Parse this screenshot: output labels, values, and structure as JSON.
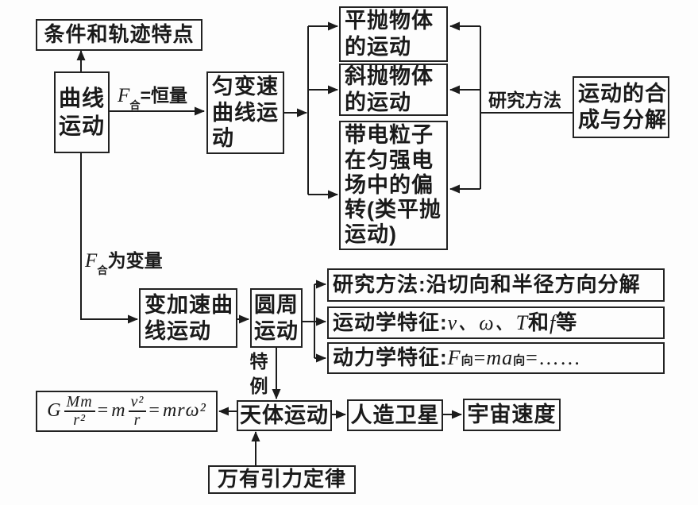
{
  "colors": {
    "ink": "#1a1a1a",
    "background": "#fdfdfd"
  },
  "nodes": {
    "conditions": {
      "text": "条件和轨迹特点"
    },
    "curvilinear": {
      "text": "曲线\n运动"
    },
    "uniform_accel": {
      "text": "匀变速\n曲线运\n动"
    },
    "projectile_horizontal": {
      "text": "平抛物体\n的运动"
    },
    "projectile_oblique": {
      "text": "斜抛物体\n的运动"
    },
    "charged_particle": {
      "text": "带电粒子\n在匀强电\n场中的偏\n转(类平抛\n运动)"
    },
    "composition": {
      "text": "运动的合\n成与分解"
    },
    "variable_accel": {
      "text": "变加速曲\n线运动"
    },
    "circular": {
      "text": "圆周\n运动"
    },
    "circular_method": {
      "text": "研究方法:沿切向和半径方向分解"
    },
    "kinematics": {
      "prefix": "运动学特征:",
      "vars1": "v、ω、T",
      "conj": "和",
      "var2": "f",
      "suffix": "等"
    },
    "dynamics": {
      "prefix": "动力学特征:",
      "f": "F",
      "f_sub": "向",
      "eq1": "=",
      "ma": "ma",
      "ma_sub": "向",
      "eq2": "=……"
    },
    "formula": {
      "g": "G",
      "frac1_num": "Mm",
      "frac1_den": "r²",
      "eq1": "=",
      "m": "m",
      "frac2_num": "v²",
      "frac2_den": "r",
      "eq2": "=",
      "tail": "mrω²"
    },
    "celestial": {
      "text": "天体运动"
    },
    "satellite": {
      "text": "人造卫星"
    },
    "cosmic_velocity": {
      "text": "宇宙速度"
    },
    "gravitation": {
      "text": "万有引力定律"
    }
  },
  "edge_labels": {
    "f_constant": {
      "f": "F",
      "sub": "合",
      "rest": "=恒量"
    },
    "f_variable": {
      "f": "F",
      "sub": "合",
      "rest": "为变量"
    },
    "research_method": {
      "text": "研究方法"
    },
    "special_case": {
      "text": "特例"
    }
  }
}
